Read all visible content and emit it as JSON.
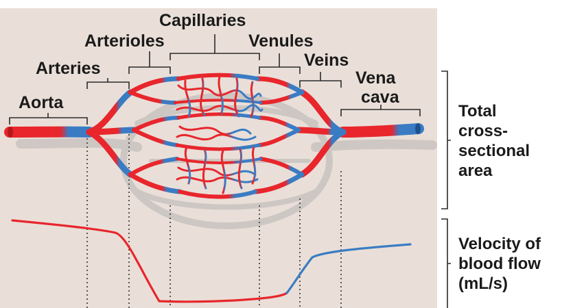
{
  "vessels": {
    "aorta": "Aorta",
    "arteries": "Arteries",
    "arterioles": "Arterioles",
    "capillaries": "Capillaries",
    "venules": "Venules",
    "veins": "Veins",
    "vena_cava_line1": "Vena",
    "vena_cava_line2": "cava"
  },
  "side_labels": {
    "area": [
      "Total",
      "cross-",
      "sectional",
      "area"
    ],
    "velocity": [
      "Velocity of",
      "blood flow",
      "(mL/s)"
    ]
  },
  "colors": {
    "panel_background": "#e9dfd8",
    "arterial_red": "#e8262c",
    "venous_blue": "#3a7cc4",
    "shadow": "#c9c3c0"
  },
  "velocity_curve": {
    "y_label": "Velocity of blood flow (mL/s)",
    "segments": [
      "Aorta",
      "Arteries",
      "Arterioles",
      "Capillaries",
      "Venules",
      "Veins",
      "Vena cava"
    ],
    "relative_velocity": [
      1.0,
      0.87,
      0.0,
      0.02,
      0.55,
      0.7,
      0.72
    ]
  }
}
